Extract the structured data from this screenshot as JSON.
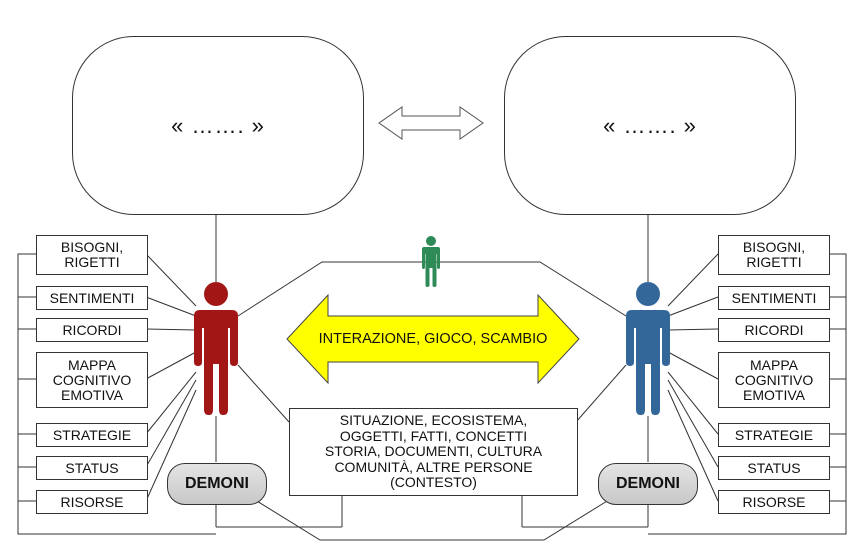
{
  "diagram": {
    "left_bubble": "« ……. »",
    "right_bubble": "« ……. »",
    "center_arrow_label": "INTERAZIONE, GIOCO, SCAMBIO",
    "context_box": "SITUAZIONE, ECOSISTEMA,\nOGGETTI, FATTI, CONCETTI\nSTORIA, DOCUMENTI, CULTURA\nCOMUNITÀ, ALTRE PERSONE\n(CONTESTO)",
    "left_demoni": "DEMONI",
    "right_demoni": "DEMONI",
    "left_items": [
      "BISOGNI,\nRIGETTI",
      "SENTIMENTI",
      "RICORDI",
      "MAPPA\nCOGNITIVO\nEMOTIVA",
      "STRATEGIE",
      "STATUS",
      "RISORSE"
    ],
    "right_items": [
      "BISOGNI,\nRIGETTI",
      "SENTIMENTI",
      "RICORDI",
      "MAPPA\nCOGNITIVO\nEMOTIVA",
      "STRATEGIE",
      "STATUS",
      "RISORSE"
    ]
  },
  "colors": {
    "left_person": "#a31616",
    "right_person": "#336699",
    "small_person": "#2e8b57",
    "arrow_fill": "#ffff00",
    "line": "#333333"
  }
}
